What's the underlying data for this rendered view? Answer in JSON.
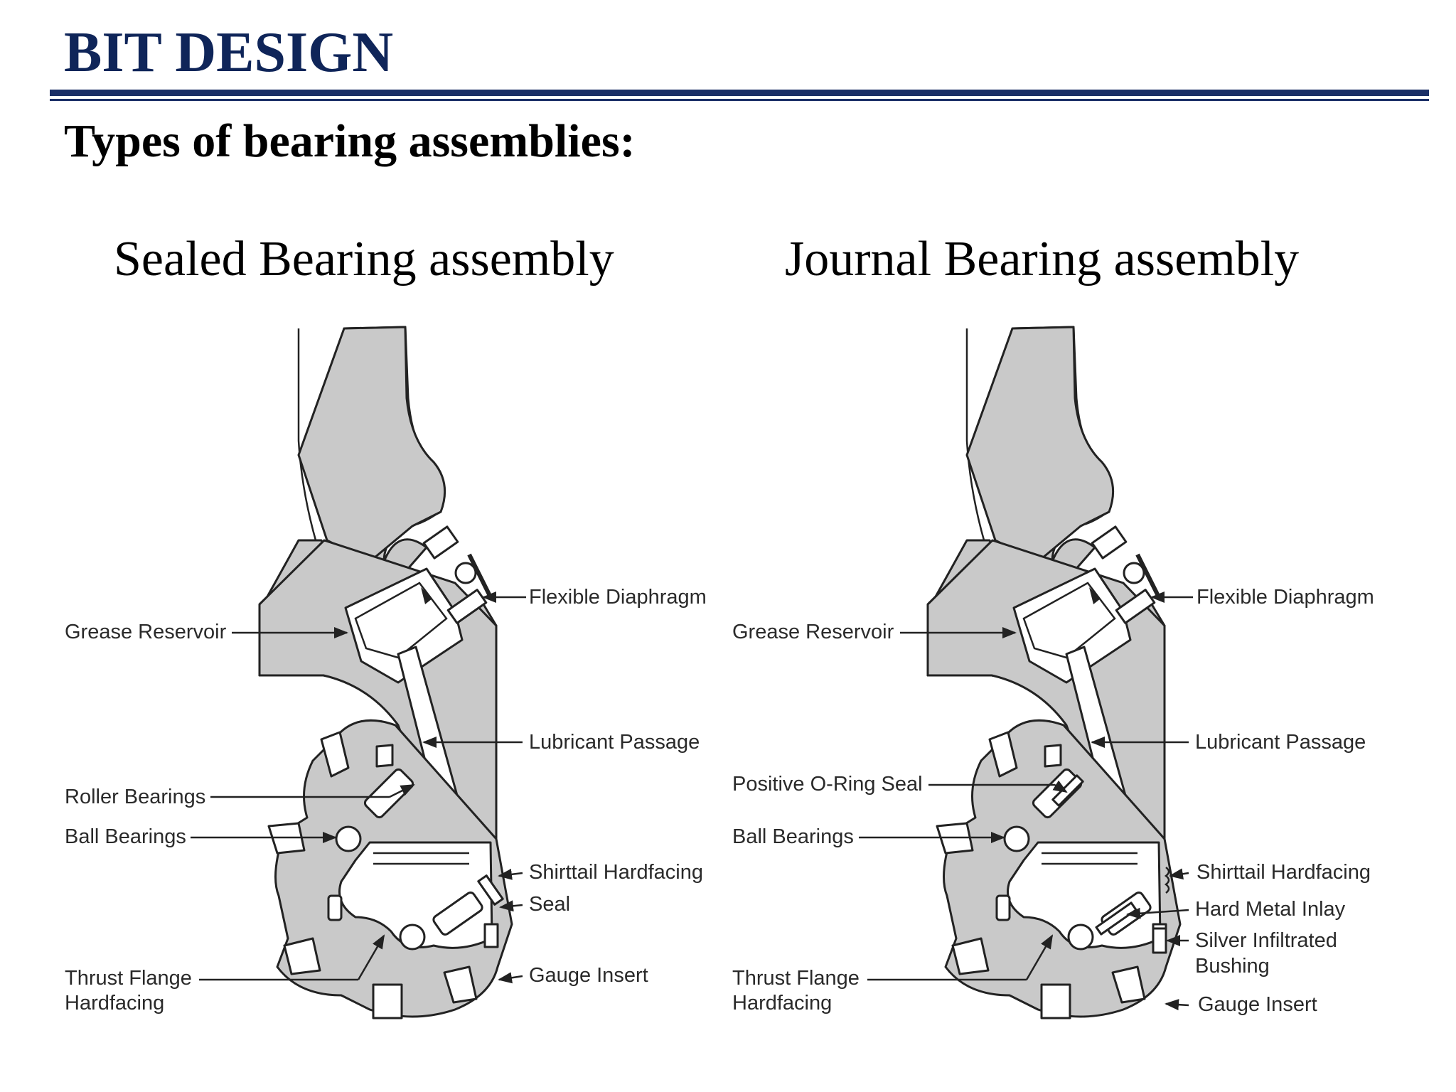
{
  "header": {
    "title": "BIT DESIGN",
    "subtitle": "Types of bearing assemblies:"
  },
  "panels": [
    {
      "title": "Sealed Bearing assembly",
      "labels": {
        "flexible_diaphragm": "Flexible Diaphragm",
        "grease_reservoir": "Grease Reservoir",
        "lubricant_passage": "Lubricant Passage",
        "roller_bearings": "Roller Bearings",
        "ball_bearings": "Ball Bearings",
        "shirttail_hardfacing": "Shirttail Hardfacing",
        "seal": "Seal",
        "thrust_flange_line1": "Thrust Flange",
        "thrust_flange_line2": "Hardfacing",
        "gauge_insert": "Gauge Insert"
      }
    },
    {
      "title": "Journal Bearing assembly",
      "labels": {
        "flexible_diaphragm": "Flexible Diaphragm",
        "grease_reservoir": "Grease Reservoir",
        "lubricant_passage": "Lubricant Passage",
        "positive_oring_seal": "Positive O-Ring Seal",
        "ball_bearings": "Ball Bearings",
        "shirttail_hardfacing": "Shirttail Hardfacing",
        "hard_metal_inlay": "Hard Metal Inlay",
        "silver_bushing_line1": "Silver Infiltrated",
        "silver_bushing_line2": "Bushing",
        "thrust_flange_line1": "Thrust Flange",
        "thrust_flange_line2": "Hardfacing",
        "gauge_insert": "Gauge Insert"
      }
    }
  ],
  "colors": {
    "title": "#0f2559",
    "rule": "#1a2e66",
    "body_fill": "#c9c9c9",
    "outline": "#222222"
  }
}
